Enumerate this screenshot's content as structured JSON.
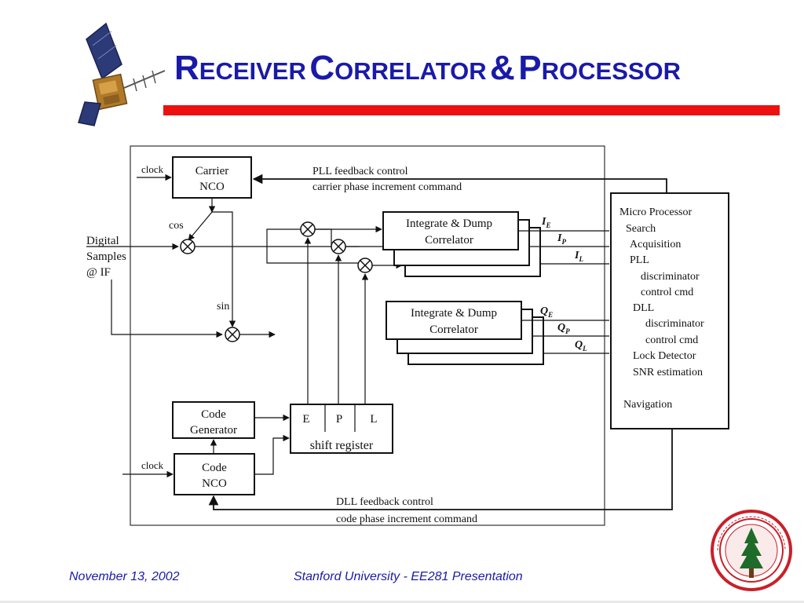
{
  "slide": {
    "title_words": [
      {
        "initial": "R",
        "rest": "ECEIVER"
      },
      {
        "initial": "C",
        "rest": "ORRELATOR"
      },
      {
        "initial": "&",
        "rest": ""
      },
      {
        "initial": "P",
        "rest": "ROCESSOR"
      }
    ],
    "footer_date": "November 13, 2002",
    "footer_center": "Stanford University - EE281 Presentation",
    "colors": {
      "title": "#1a1aa8",
      "bar": "#ee1010",
      "seal": "#c8202a",
      "footer": "#1a1aa8"
    }
  },
  "diagram": {
    "carrier_nco": [
      "Carrier",
      "NCO"
    ],
    "clock_top": "clock",
    "clock_bottom": "clock",
    "pll_feedback": [
      "PLL feedback control",
      "carrier phase increment command"
    ],
    "cos": "cos",
    "sin": "sin",
    "digital_samples": [
      "Digital",
      "Samples",
      "@ IF"
    ],
    "correlator_top": [
      "Integrate & Dump",
      "Correlator"
    ],
    "correlator_bottom": [
      "Integrate & Dump",
      "Correlator"
    ],
    "i_outputs": [
      {
        "main": "I",
        "sub": "E"
      },
      {
        "main": "I",
        "sub": "P"
      },
      {
        "main": "I",
        "sub": "L"
      }
    ],
    "q_outputs": [
      {
        "main": "Q",
        "sub": "E"
      },
      {
        "main": "Q",
        "sub": "P"
      },
      {
        "main": "Q",
        "sub": "L"
      }
    ],
    "processor_lines": [
      "Micro Processor",
      "Search",
      "Acquisition",
      "PLL",
      "discriminator",
      "control cmd",
      "DLL",
      "discriminator",
      "control cmd",
      "Lock Detector",
      "SNR estimation",
      "Navigation"
    ],
    "code_generator": [
      "Code",
      "Generator"
    ],
    "code_nco": [
      "Code",
      "NCO"
    ],
    "shift_cells": [
      "E",
      "P",
      "L"
    ],
    "shift_register": "shift register",
    "dll_feedback": [
      "DLL feedback control",
      "code phase increment command"
    ]
  }
}
